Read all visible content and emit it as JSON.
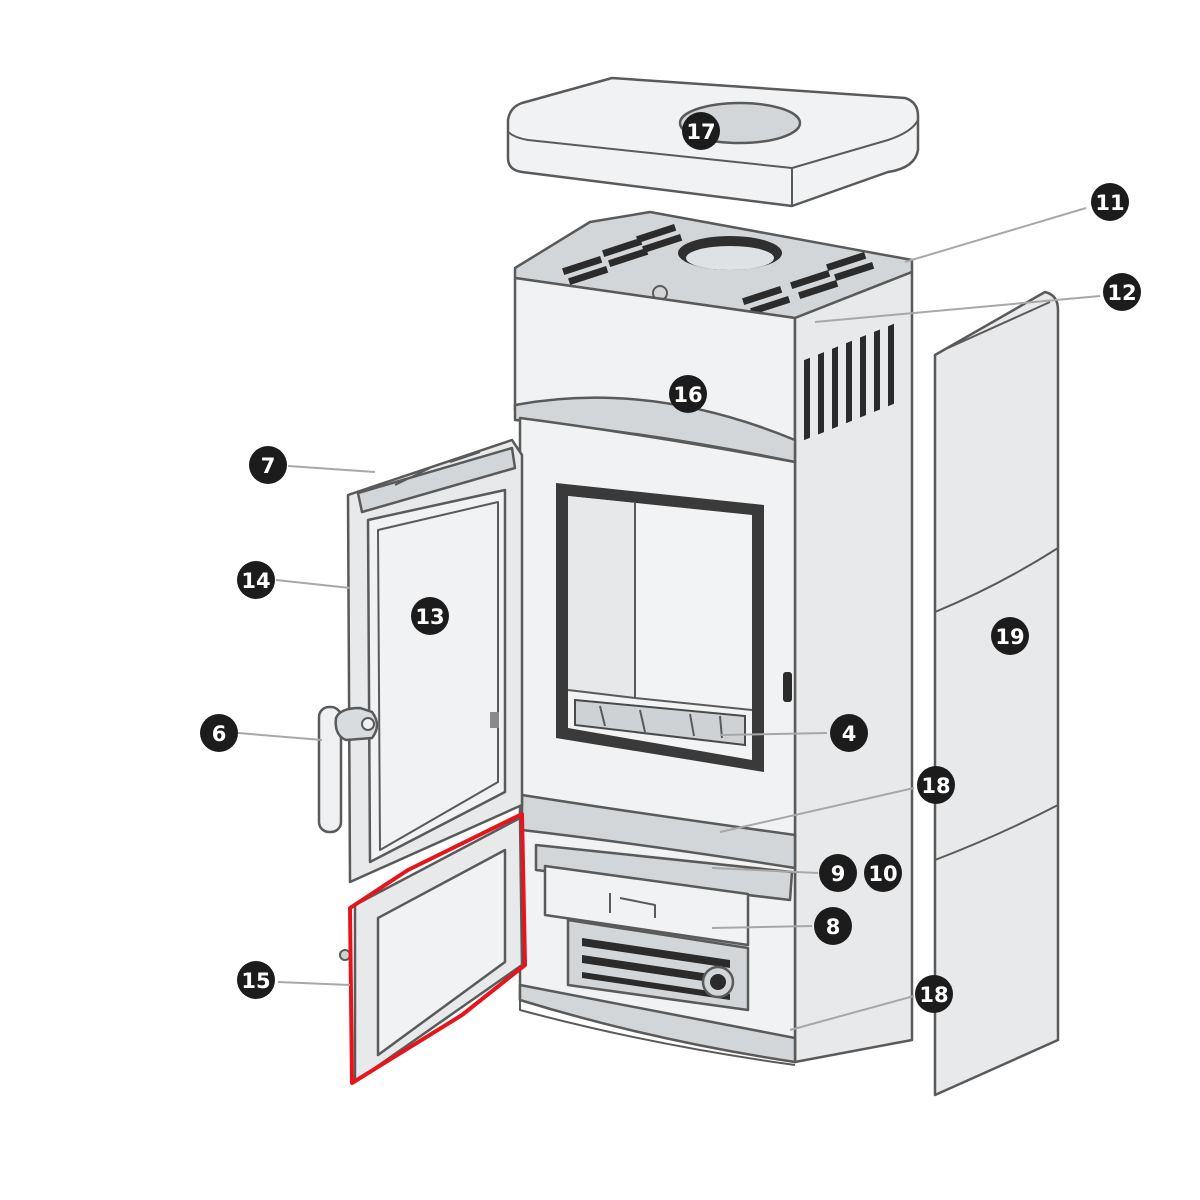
{
  "callouts": [
    {
      "id": "callout-17",
      "label": "17"
    },
    {
      "id": "callout-11",
      "label": "11"
    },
    {
      "id": "callout-12",
      "label": "12"
    },
    {
      "id": "callout-16",
      "label": "16"
    },
    {
      "id": "callout-7",
      "label": "7"
    },
    {
      "id": "callout-14",
      "label": "14"
    },
    {
      "id": "callout-13",
      "label": "13"
    },
    {
      "id": "callout-19",
      "label": "19"
    },
    {
      "id": "callout-6",
      "label": "6"
    },
    {
      "id": "callout-4",
      "label": "4"
    },
    {
      "id": "callout-18-upper",
      "label": "18"
    },
    {
      "id": "callout-9",
      "label": "9"
    },
    {
      "id": "callout-10",
      "label": "10"
    },
    {
      "id": "callout-8",
      "label": "8"
    },
    {
      "id": "callout-15",
      "label": "15"
    },
    {
      "id": "callout-18-lower",
      "label": "18"
    }
  ],
  "colors": {
    "callout_fill": "#1c1c1c",
    "callout_text": "#ffffff",
    "highlight": "#e8141c",
    "outline": "#5a5a5a",
    "surface": "#e7e9ea"
  },
  "highlighted_part": "15"
}
